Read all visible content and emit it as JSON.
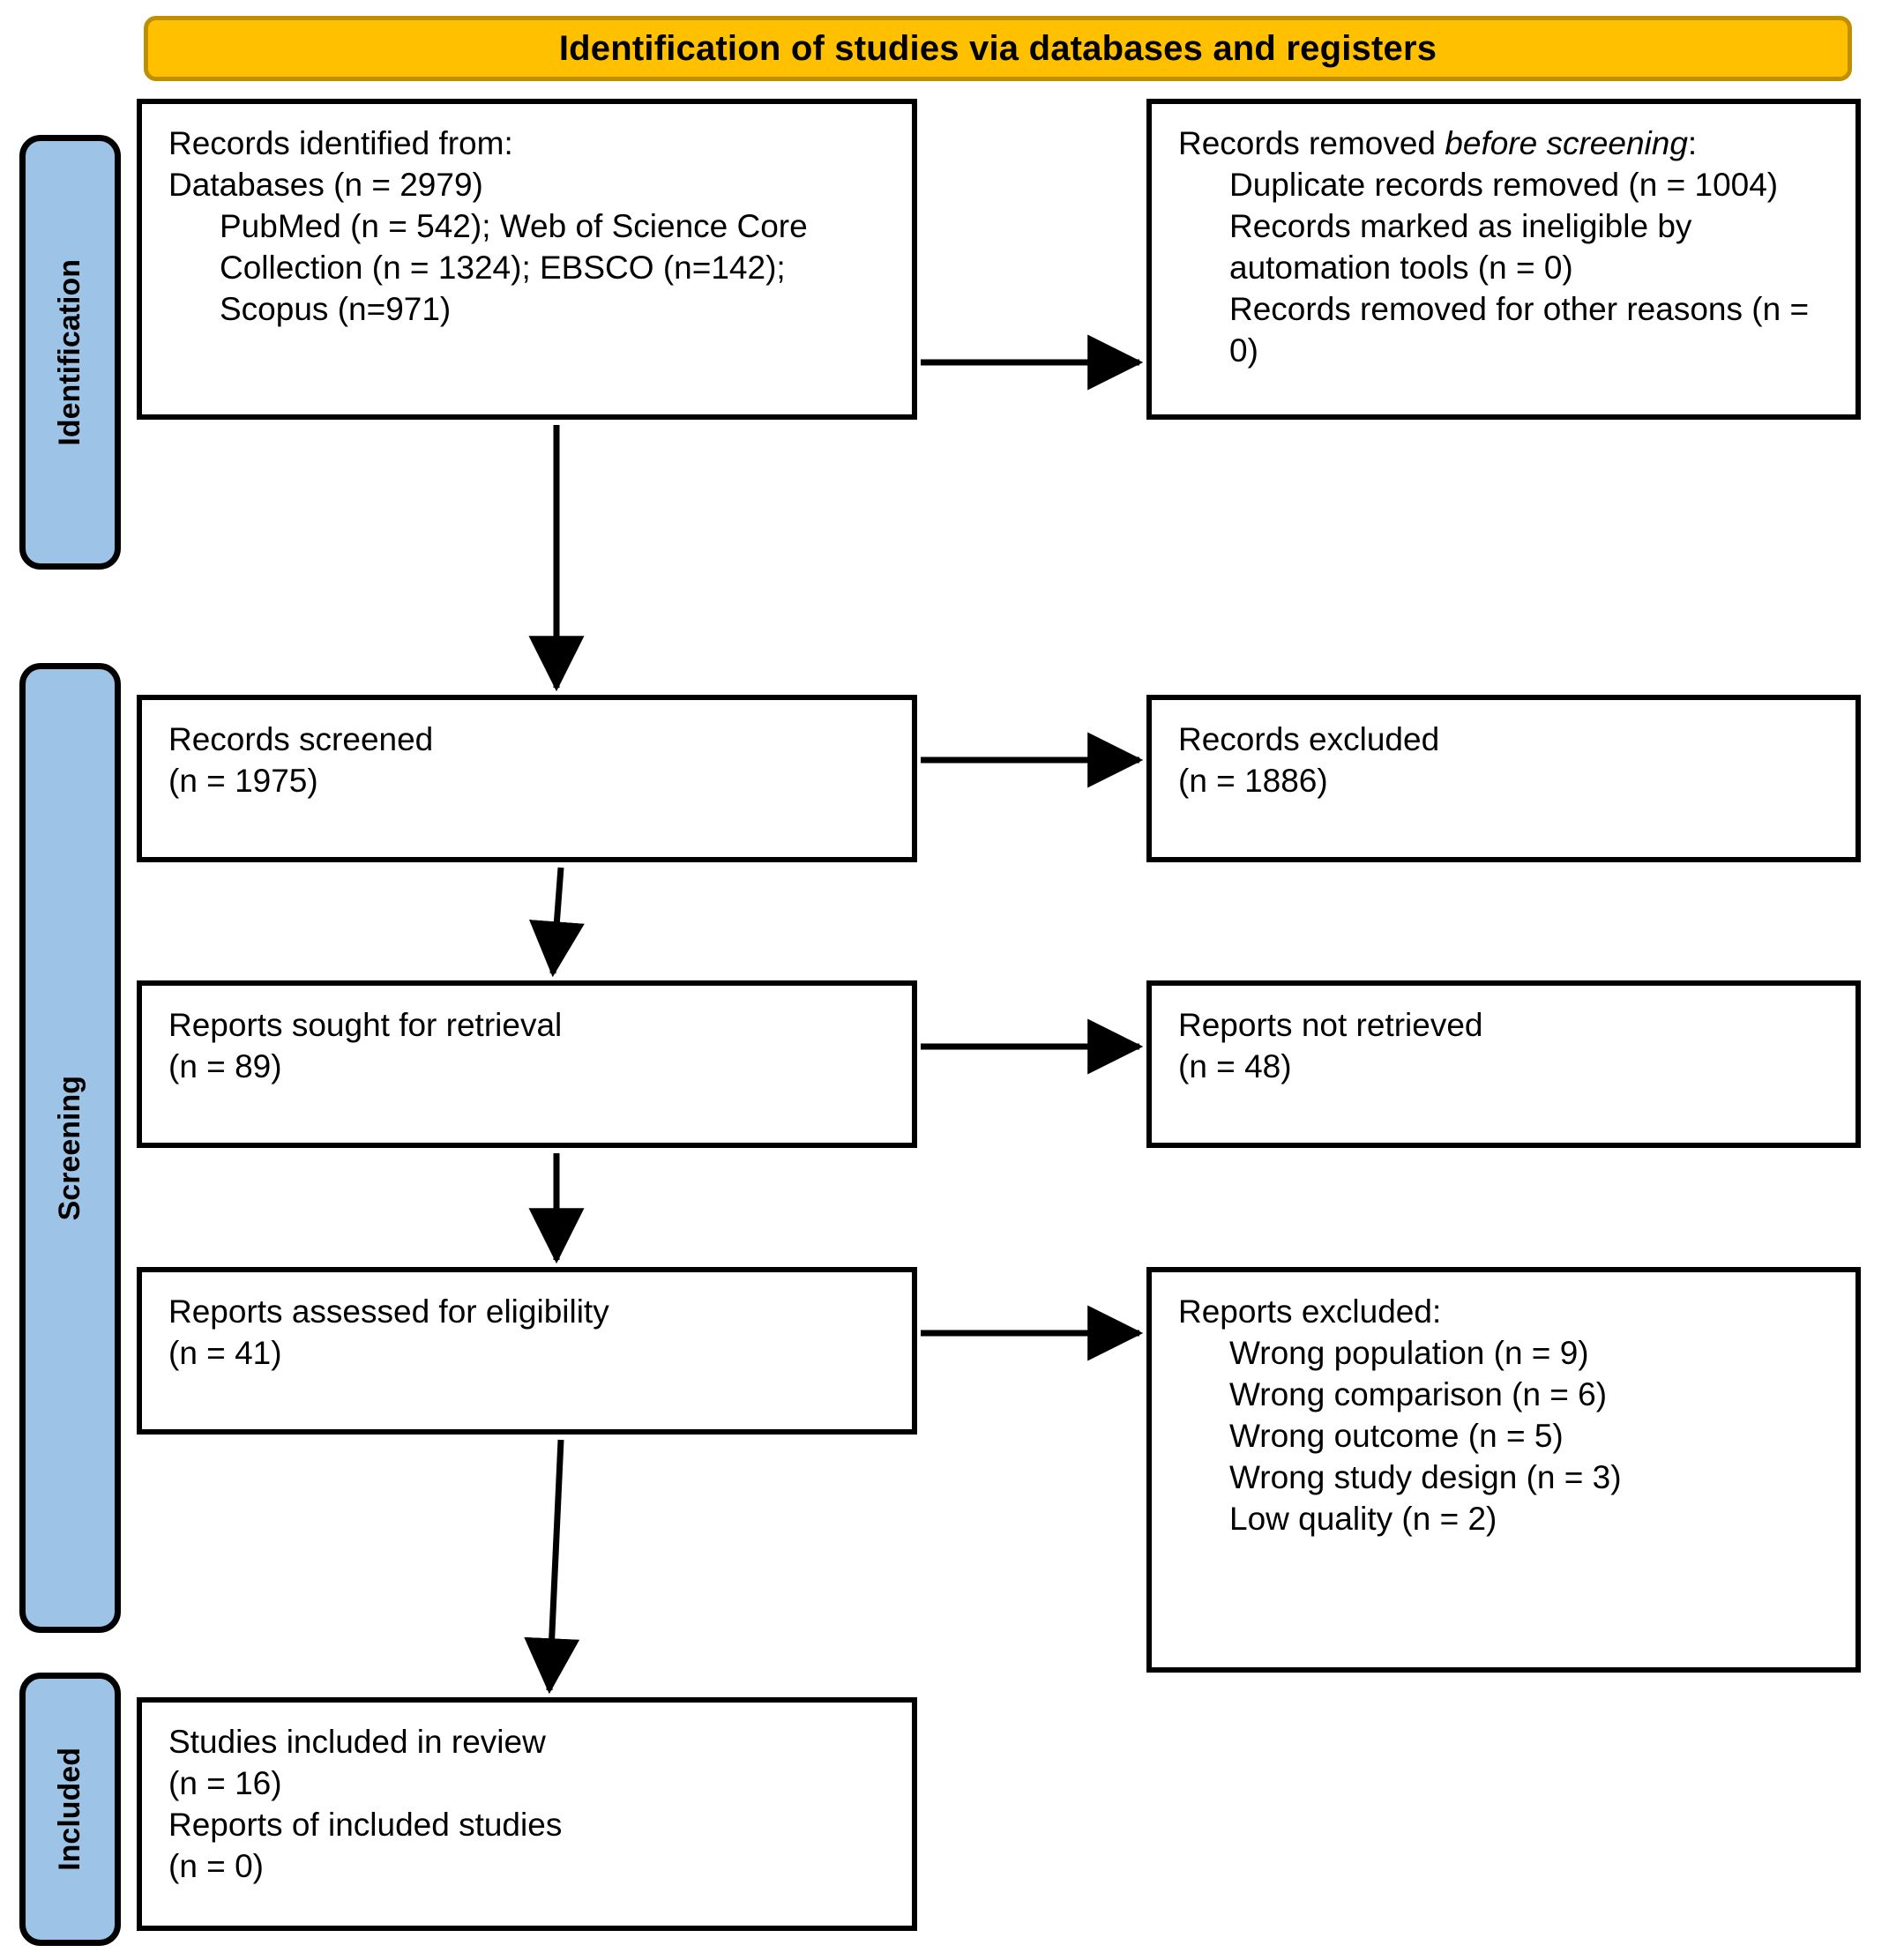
{
  "banner": {
    "title": "Identification of studies via databases and registers"
  },
  "stages": [
    {
      "id": "identification",
      "label": "Identification"
    },
    {
      "id": "screening",
      "label": "Screening"
    },
    {
      "id": "included",
      "label": "Included"
    }
  ],
  "colors": {
    "banner_fill": "#FFC000",
    "banner_border": "#BF8F00",
    "stage_fill": "#9DC3E6",
    "box_border": "#000000",
    "box_fill": "#FFFFFF",
    "text": "#000000"
  },
  "boxes": {
    "identified": {
      "name": "Records identified from",
      "lines": [
        "Records identified from:",
        "Databases (n = 2979)",
        "PubMed (n = 542); Web of Science Core Collection (n = 1324); EBSCO (n=142); Scopus (n=971)"
      ]
    },
    "removed": {
      "name": "Records removed before screening",
      "heading_plain": "Records removed ",
      "heading_italic": "before screening",
      "heading_colon": ":",
      "lines": [
        "Duplicate records removed (n = 1004)",
        "Records marked as ineligible by automation tools (n = 0)",
        "Records removed for other reasons (n = 0)"
      ]
    },
    "screened": {
      "line1": "Records screened",
      "line2": "(n = 1975)"
    },
    "excluded": {
      "line1": "Records excluded",
      "line2": "(n = 1886)"
    },
    "sought": {
      "line1": "Reports sought for retrieval",
      "line2": "(n = 89)"
    },
    "not_retrieved": {
      "line1": "Reports not retrieved",
      "line2": "(n = 48)"
    },
    "assessed": {
      "line1": "Reports assessed for eligibility",
      "line2": "(n = 41)"
    },
    "reports_excluded": {
      "heading": "Reports excluded:",
      "reasons": [
        "Wrong population (n = 9)",
        "Wrong comparison (n = 6)",
        "Wrong outcome (n = 5)",
        "Wrong study design (n = 3)",
        "Low quality (n = 2)"
      ]
    },
    "included": {
      "line1": "Studies included in review",
      "line2": "(n = 16)",
      "line3": "Reports of included studies",
      "line4": "(n = 0)"
    }
  },
  "chart_data": {
    "type": "diagram",
    "title": "PRISMA 2020 flow diagram",
    "counts": {
      "records_identified_total": 2979,
      "pubmed": 542,
      "web_of_science_core_collection": 1324,
      "ebsco": 142,
      "scopus": 971,
      "duplicate_records_removed": 1004,
      "marked_ineligible_by_automation": 0,
      "removed_other_reasons": 0,
      "records_screened": 1975,
      "records_excluded": 1886,
      "reports_sought_for_retrieval": 89,
      "reports_not_retrieved": 48,
      "reports_assessed_for_eligibility": 41,
      "reports_excluded_wrong_population": 9,
      "reports_excluded_wrong_comparison": 6,
      "reports_excluded_wrong_outcome": 5,
      "reports_excluded_wrong_study_design": 3,
      "reports_excluded_low_quality": 2,
      "studies_included_in_review": 16,
      "reports_of_included_studies": 0
    }
  }
}
